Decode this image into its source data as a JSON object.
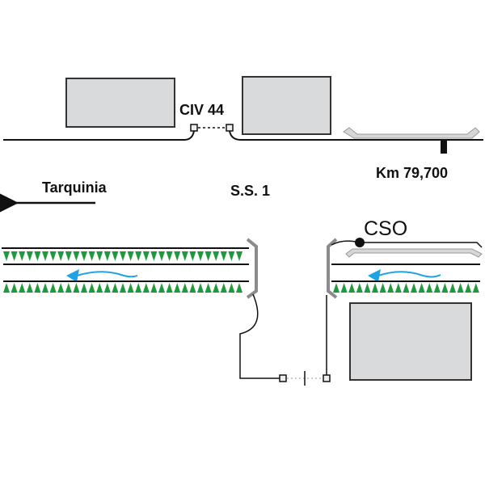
{
  "labels": {
    "civ": "CIV 44",
    "km": "Km 79,700",
    "road": "S.S. 1",
    "direction": "Tarquinia",
    "cso": "CSO"
  },
  "colors": {
    "building": "#d9dadc",
    "barrier": "#8a8b8d",
    "ramp": "#d6d7d9",
    "vegetation": "#1e9a3c",
    "flow": "#1fa3e6"
  }
}
